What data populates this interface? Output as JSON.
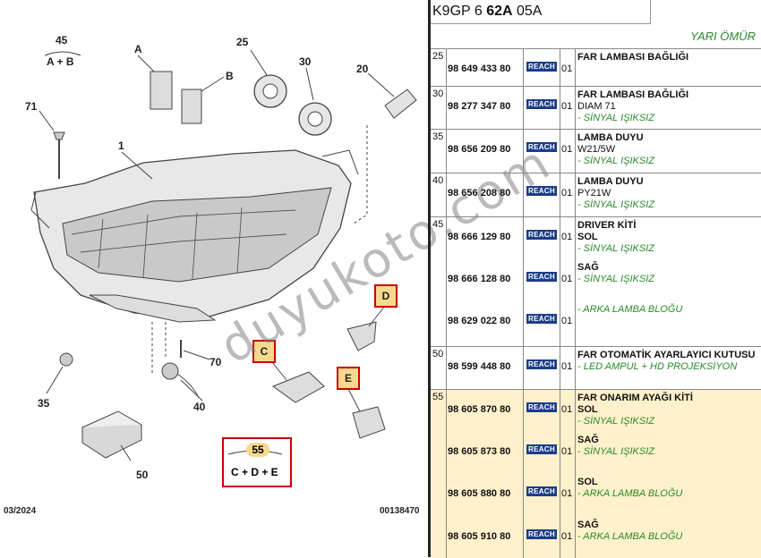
{
  "header": {
    "code_prefix": "K9GP 6 ",
    "code_bold": "62A",
    "code_suffix": " 05A",
    "life": "YARI ÖMÜR"
  },
  "diagram": {
    "callouts": [
      "45",
      "A + B",
      "A",
      "B",
      "25",
      "30",
      "20",
      "71",
      "1",
      "D",
      "C",
      "E",
      "70",
      "35",
      "40",
      "55",
      "C + D + E",
      "50"
    ],
    "date": "03/2024",
    "ref": "00138470"
  },
  "watermark": "duyukoto.com",
  "sections": [
    {
      "num": "25",
      "rows": [
        {
          "pn": "98 649 433 80",
          "reach": "REACH",
          "qty": "01",
          "title": "FAR LAMBASI BAĞLIĞI"
        }
      ]
    },
    {
      "num": "30",
      "rows": [
        {
          "pn": "98 277 347 80",
          "reach": "REACH",
          "qty": "01",
          "title": "FAR LAMBASI BAĞLIĞI",
          "text": "DIAM 71",
          "note": "- SİNYAL IŞIKSIZ"
        }
      ]
    },
    {
      "num": "35",
      "rows": [
        {
          "pn": "98 656 209 80",
          "reach": "REACH",
          "qty": "01",
          "title": "LAMBA DUYU",
          "text": "W21/5W",
          "note": "- SİNYAL IŞIKSIZ"
        }
      ]
    },
    {
      "num": "40",
      "rows": [
        {
          "pn": "98 656 208 80",
          "reach": "REACH",
          "qty": "01",
          "title": "LAMBA DUYU",
          "text": "PY21W",
          "note": "- SİNYAL IŞIKSIZ"
        }
      ]
    },
    {
      "num": "45",
      "rows": [
        {
          "pn": "98 666 129 80",
          "reach": "REACH",
          "qty": "01",
          "title": "DRIVER KİTİ",
          "title2": "SOL",
          "note": "- SİNYAL IŞIKSIZ"
        },
        {
          "pn": "98 666 128 80",
          "reach": "REACH",
          "qty": "01",
          "title": "SAĞ",
          "note": "- SİNYAL IŞIKSIZ"
        },
        {
          "pn": "98 629 022 80",
          "reach": "REACH",
          "qty": "01",
          "note": "- ARKA LAMBA BLOĞU"
        }
      ]
    },
    {
      "num": "50",
      "rows": [
        {
          "pn": "98 599 448 80",
          "reach": "REACH",
          "qty": "01",
          "title": "FAR OTOMATİK AYARLAYICI KUTUSU",
          "note": "- LED AMPUL + HD PROJEKSİYON"
        }
      ]
    },
    {
      "num": "55",
      "rows": [
        {
          "pn": "98 605 870 80",
          "reach": "REACH",
          "qty": "01",
          "title": "FAR ONARIM AYAĞI KİTİ",
          "title2": "SOL",
          "note": "- SİNYAL IŞIKSIZ"
        },
        {
          "pn": "98 605 873 80",
          "reach": "REACH",
          "qty": "01",
          "title": "SAĞ",
          "note": "- SİNYAL IŞIKSIZ"
        },
        {
          "pn": "98 605 880 80",
          "reach": "REACH",
          "qty": "01",
          "title": "SOL",
          "note": "- ARKA LAMBA BLOĞU"
        },
        {
          "pn": "98 605 910 80",
          "reach": "REACH",
          "qty": "01",
          "title": "SAĞ",
          "note": "- ARKA LAMBA BLOĞU"
        }
      ]
    }
  ]
}
